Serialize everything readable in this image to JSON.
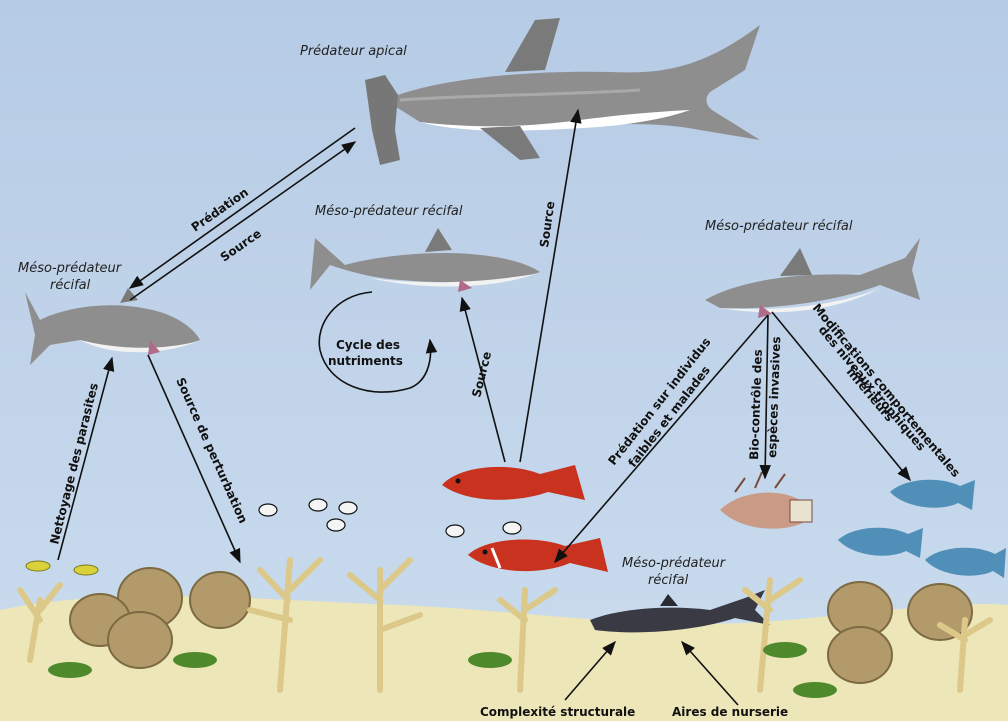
{
  "labels": {
    "apex": "Prédateur apical",
    "meso_left_1": "Méso-prédateur",
    "meso_left_2": "récifal",
    "meso_center": "Méso-prédateur récifal",
    "meso_right": "Méso-prédateur récifal",
    "meso_bottom_1": "Méso-prédateur",
    "meso_bottom_2": "récifal"
  },
  "arrows": {
    "predation": "Prédation",
    "source_left": "Source",
    "source_center": "Source",
    "source_apex": "Source",
    "cleaning": "Nettoyage des parasites",
    "disturbance": "Source de perturbation",
    "nutrient_cycle_1": "Cycle des",
    "nutrient_cycle_2": "nutriments",
    "weak_predation_1": "Prédation sur individus",
    "weak_predation_2": "faibles et malades",
    "biocontrol_1": "Bio-contrôle des",
    "biocontrol_2": "espèces invasives",
    "behavior_1": "Modifications comportementales",
    "behavior_2": "des niveaux trophiques",
    "behavior_3": "inférieurs",
    "structural": "Complexité structurale",
    "nursery": "Aires de nurserie"
  },
  "colors": {
    "water_top": "#b8cde6",
    "water_bottom": "#c7d9ec",
    "sand": "#ece6b8",
    "shark_gray": "#8e8e8e",
    "reef_shark": "#3a3a44",
    "coral_branch": "#dcc98a",
    "brain_coral": "#b29a6a",
    "red_fish": "#c8321e",
    "blue_fish": "#4f8fb8"
  }
}
